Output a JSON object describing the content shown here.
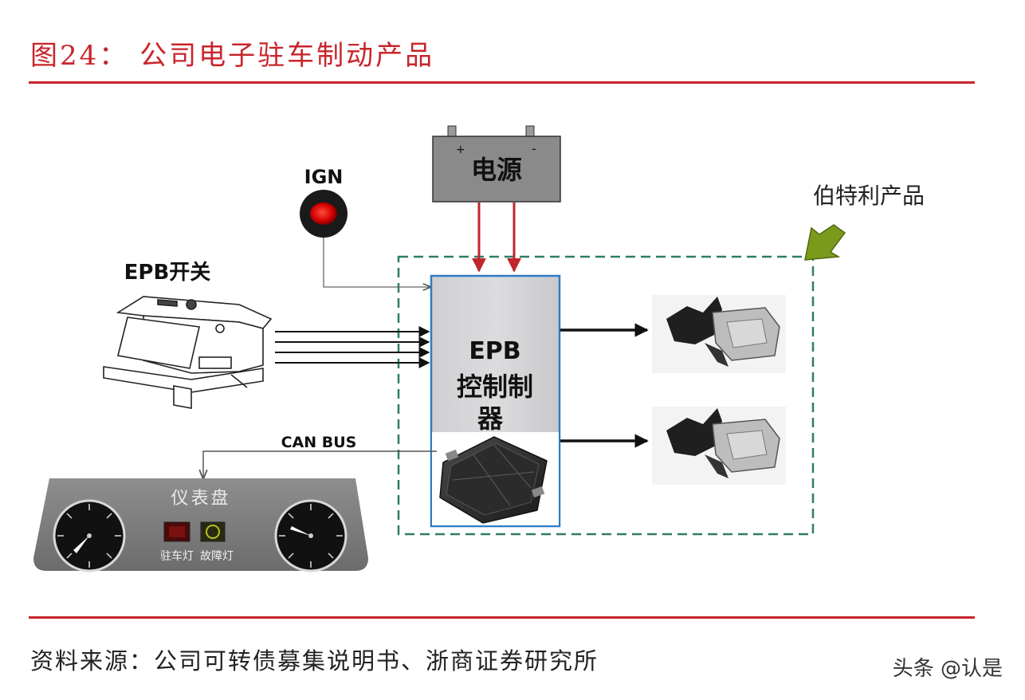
{
  "figure": {
    "title": "图24：  公司电子驻车制动产品",
    "source": "资料来源：公司可转债募集说明书、浙商证券研究所",
    "watermark": "头条 @认是"
  },
  "diagram": {
    "power_label": "电源",
    "power_plus": "+",
    "power_minus": "-",
    "ign_label": "IGN",
    "product_scope_label": "伯特利产品",
    "epb_switch_label": "EPB开关",
    "controller_label_line1": "EPB",
    "controller_label_line2": "控制制",
    "controller_label_line3": "器",
    "can_bus_label": "CAN BUS",
    "dashboard_label": "仪表盘",
    "parking_light_label": "驻车灯",
    "fault_light_label": "故障灯"
  },
  "colors": {
    "title_red": "#c8252b",
    "power_arrow_red": "#c0262c",
    "dashed_green": "#2f7d66",
    "controller_border": "#2e7bc4",
    "pointer_arrow_green": "#7a9a1c",
    "ign_lamp_red": "#e01010"
  }
}
